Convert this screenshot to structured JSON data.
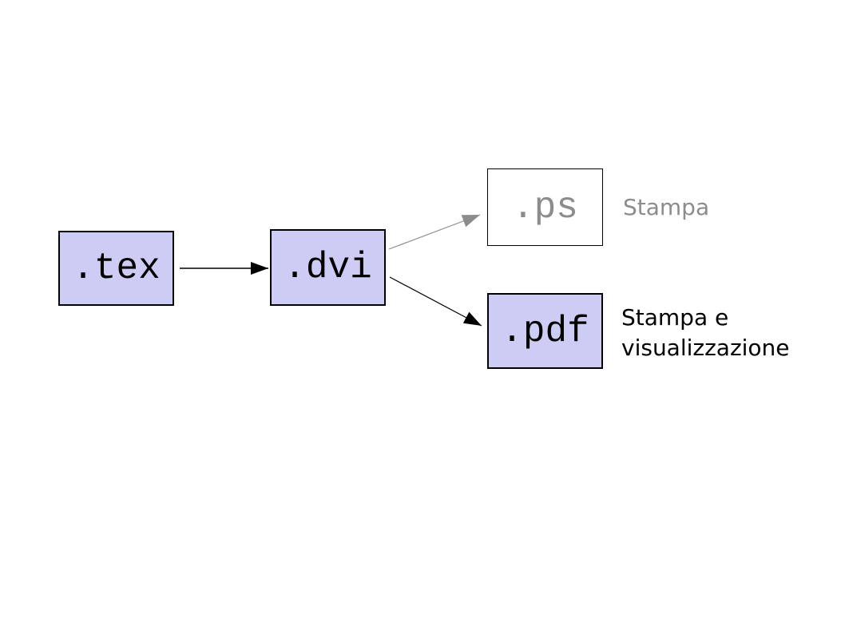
{
  "diagram": {
    "nodes": {
      "tex": {
        "label": ".tex"
      },
      "dvi": {
        "label": ".dvi"
      },
      "ps": {
        "label": ".ps"
      },
      "pdf": {
        "label": ".pdf"
      }
    },
    "annotations": {
      "ps_note": "Stampa",
      "pdf_note": "Stampa e\nvisualizzazione"
    },
    "edges": [
      {
        "from": "tex",
        "to": "dvi",
        "color": "#000000"
      },
      {
        "from": "dvi",
        "to": "ps",
        "color": "#8c8c8c"
      },
      {
        "from": "dvi",
        "to": "pdf",
        "color": "#000000"
      }
    ],
    "colors": {
      "node_fill": "#ccccf4",
      "node_border": "#000000",
      "muted_gray": "#8c8c8c",
      "background": "#ffffff"
    }
  }
}
